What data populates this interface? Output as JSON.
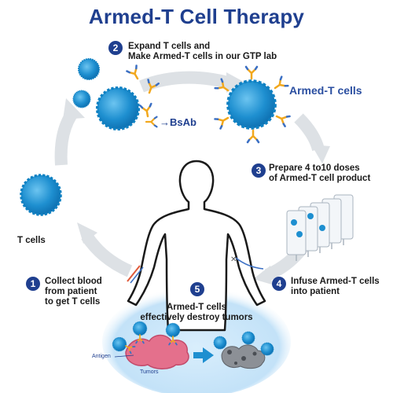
{
  "title": "Armed-T Cell Therapy",
  "steps": [
    {
      "number": "1",
      "text": "Collect blood\nfrom patient\nto get T cells"
    },
    {
      "number": "2",
      "text": "Expand T cells and\nMake Armed-T cells in our GTP lab"
    },
    {
      "number": "3",
      "text": "Prepare 4 to10 doses\nof Armed-T cell product"
    },
    {
      "number": "4",
      "text": "Infuse Armed-T cells\ninto patient"
    },
    {
      "number": "5",
      "text": "Armed-T cells\neffectively destroy tumors"
    }
  ],
  "labels": {
    "t_cells": "T cells",
    "armed_t_cells": "Armed-T cells",
    "bsab": "→BsAb",
    "antigen": "Antigen",
    "tumors": "Tumors"
  },
  "colors": {
    "title": "#1f3f8f",
    "cell": "#1e8fd0",
    "cell_dark": "#0d6fb0",
    "antibody": "#f2a81d",
    "antibody_blue": "#3a6fc4",
    "arrow": "#d9dde2",
    "tumor": "#e4708c",
    "glow": "#cfe8fb"
  },
  "icons": [
    "human-silhouette-icon",
    "t-cell-icon",
    "armed-t-cell-icon",
    "antibody-icon",
    "iv-bag-icon",
    "tumor-icon",
    "syringe-icon"
  ]
}
